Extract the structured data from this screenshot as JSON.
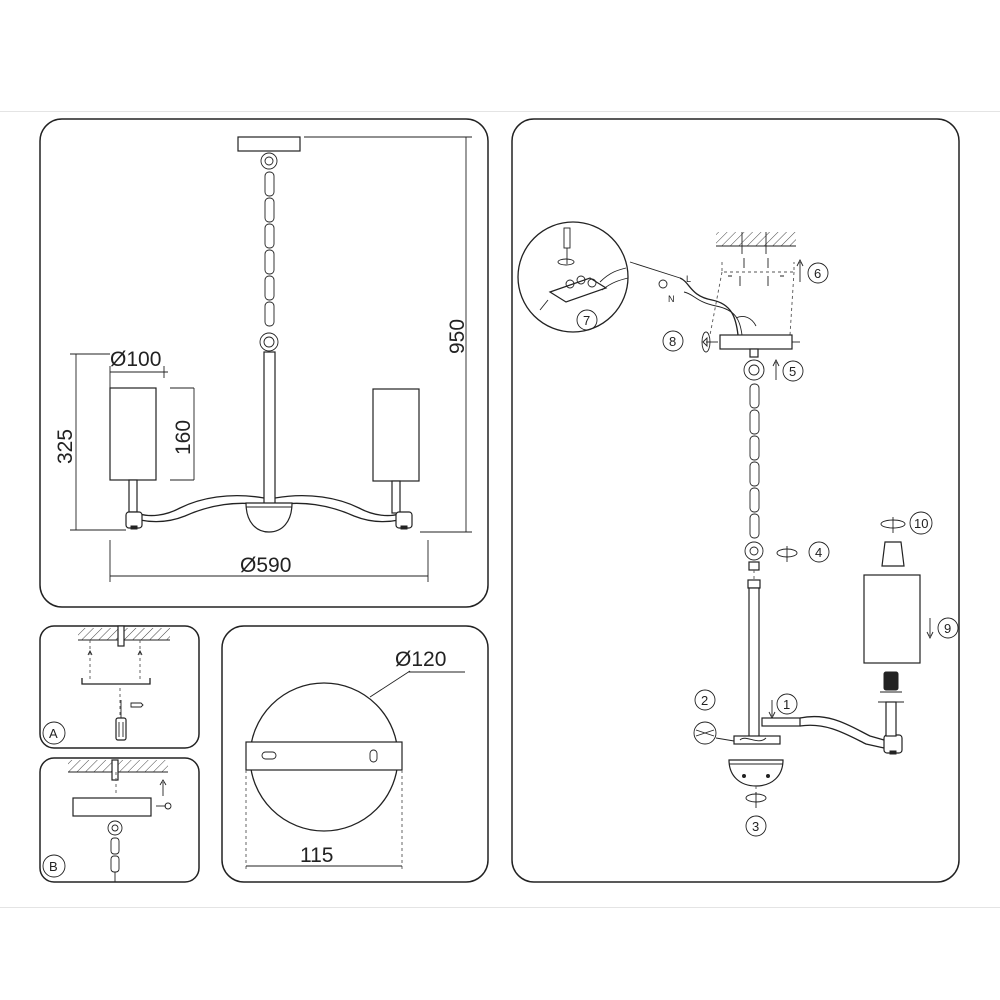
{
  "dimensions": {
    "shade_diameter": "Ø100",
    "shade_height": "160",
    "fixture_height": "325",
    "total_height": "950",
    "span_diameter": "Ø590",
    "canopy_diameter": "Ø120",
    "bracket_length": "115"
  },
  "inset_labels": {
    "a": "A",
    "b": "B"
  },
  "steps": [
    "1",
    "2",
    "3",
    "4",
    "5",
    "6",
    "7",
    "8",
    "9",
    "10"
  ],
  "wire_labels": {
    "live": "L",
    "neutral": "N"
  }
}
